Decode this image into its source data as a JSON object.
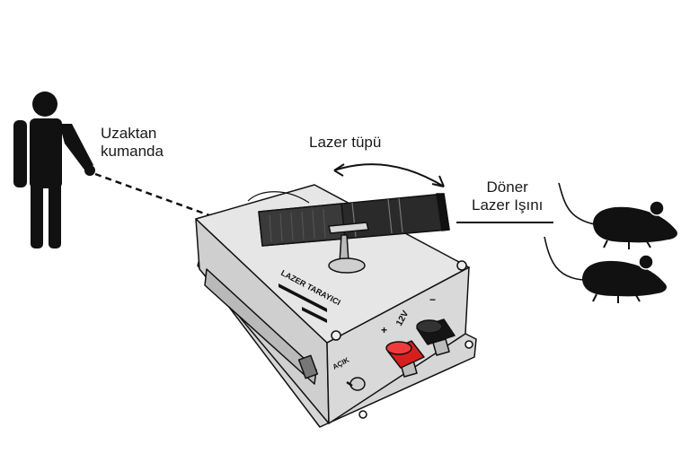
{
  "labels": {
    "remote_line1": "Uzaktan",
    "remote_line2": "kumanda",
    "tube": "Lazer tüpü",
    "beam_line1": "Döner",
    "beam_line2": "Lazer Işını"
  },
  "device": {
    "panel_title": "LAZER TARAYICI",
    "switch_label": "AÇIK",
    "voltage_label": "12V",
    "plus_label": "+",
    "minus_label": "−"
  },
  "colors": {
    "ink": "#111111",
    "box_top": "#e4e4e4",
    "box_side": "#cfcfcf",
    "terminal_red": "#d81e1e",
    "terminal_black": "#151515"
  }
}
